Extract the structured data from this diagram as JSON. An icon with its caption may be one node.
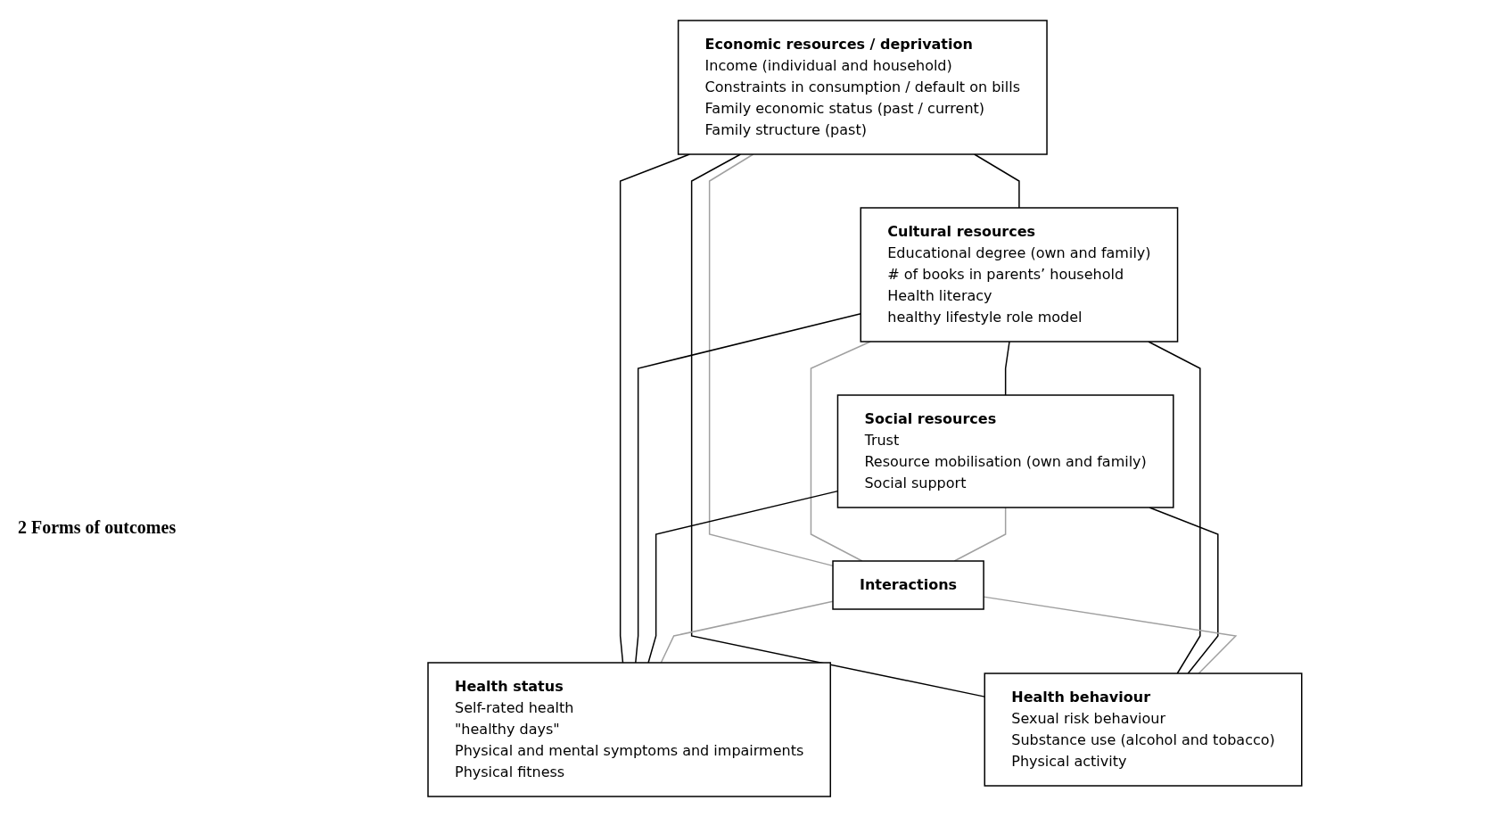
{
  "diagram": {
    "nodes": [
      {
        "text": [
          "Economic resources / deprivation",
          "Income (individual and household)",
          "Constraints in consumption / default on bills",
          "Family economic status (past / current)",
          "Family structure (past)"
        ]
      },
      {
        "text": [
          "Cultural resources",
          "Educational degree (own and family)",
          "# of books in parents’ household",
          "Health literacy",
          "healthy lifestyle role model"
        ]
      },
      {
        "text": [
          "Social resources",
          "Trust",
          "Resource mobilisation (own and family)",
          "Social support"
        ]
      },
      {
        "text": [
          "Interactions"
        ]
      },
      {
        "text": [
          "Health status",
          "Self-rated health",
          "\"healthy days\"",
          "Physical and mental symptoms and impairments",
          "Physical fitness"
        ]
      },
      {
        "text": [
          "Health behaviour",
          "Sexual risk behaviour",
          "Substance use (alcohol and tobacco)",
          "Physical activity"
        ]
      }
    ],
    "edges": [
      {
        "from": 0,
        "to": 1,
        "arrow": "none"
      },
      {
        "from": 1,
        "to": 2,
        "arrow": "none"
      },
      {
        "from": 0,
        "to": 3,
        "arrow": "none",
        "color": "#a0a0a0"
      },
      {
        "from": 1,
        "to": 3,
        "arrow": "none",
        "color": "#a0a0a0"
      },
      {
        "from": 2,
        "to": 3,
        "arrow": "none",
        "color": "#a0a0a0"
      },
      {
        "from": 0,
        "to": 4,
        "arrow": "none"
      },
      {
        "from": 1,
        "to": 4,
        "arrow": "none"
      },
      {
        "from": 2,
        "to": 4,
        "arrow": "none"
      },
      {
        "from": 0,
        "to": 5,
        "arrow": "none"
      },
      {
        "from": 1,
        "to": 5,
        "arrow": "none"
      },
      {
        "from": 2,
        "to": 5,
        "arrow": "none"
      },
      {
        "from": 3,
        "to": 4,
        "arrow": "none",
        "color": "#a0a0a0"
      },
      {
        "from": 3,
        "to": 5,
        "arrow": "none",
        "color": "#a0a0a0"
      }
    ],
    "labels": [
      "2 Forms of outcomes"
    ]
  }
}
